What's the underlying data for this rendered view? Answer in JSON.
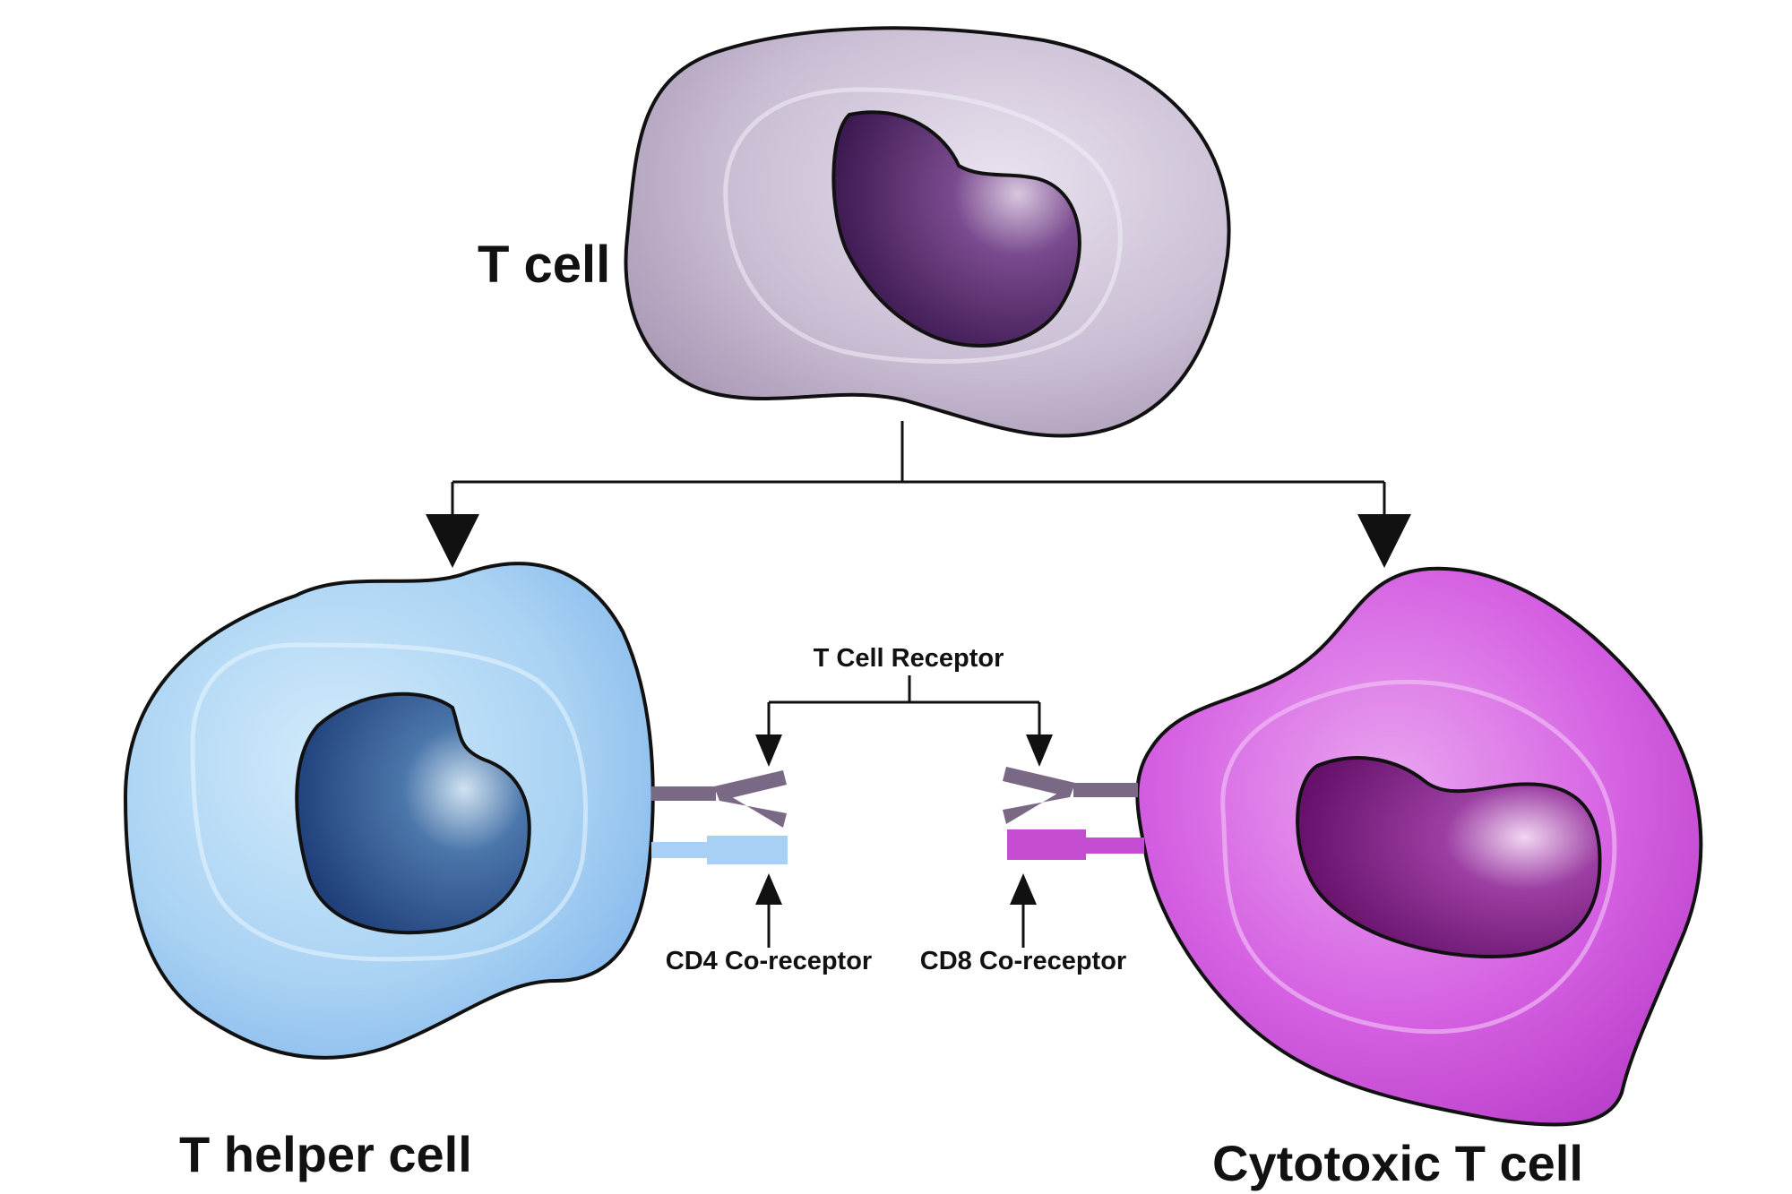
{
  "labels": {
    "t_cell": "T cell",
    "t_helper_cell": "T helper cell",
    "cytotoxic_t_cell": "Cytotoxic T cell",
    "t_cell_receptor": "T Cell Receptor",
    "cd4_coreceptor": "CD4 Co-receptor",
    "cd8_coreceptor": "CD8 Co-receptor"
  },
  "colors": {
    "t_cell_body": "#c9bdd3",
    "t_cell_nucleus": "#5a2d6e",
    "helper_body": "#a9d2f3",
    "helper_nucleus": "#2f5690",
    "cytotoxic_body": "#cf57dd",
    "cytotoxic_nucleus": "#7d1f82",
    "tcr_receptor": "#7a6985",
    "cd4_receptor": "#a7d0f4",
    "cd8_receptor": "#c44dd2",
    "outline": "#111111"
  }
}
